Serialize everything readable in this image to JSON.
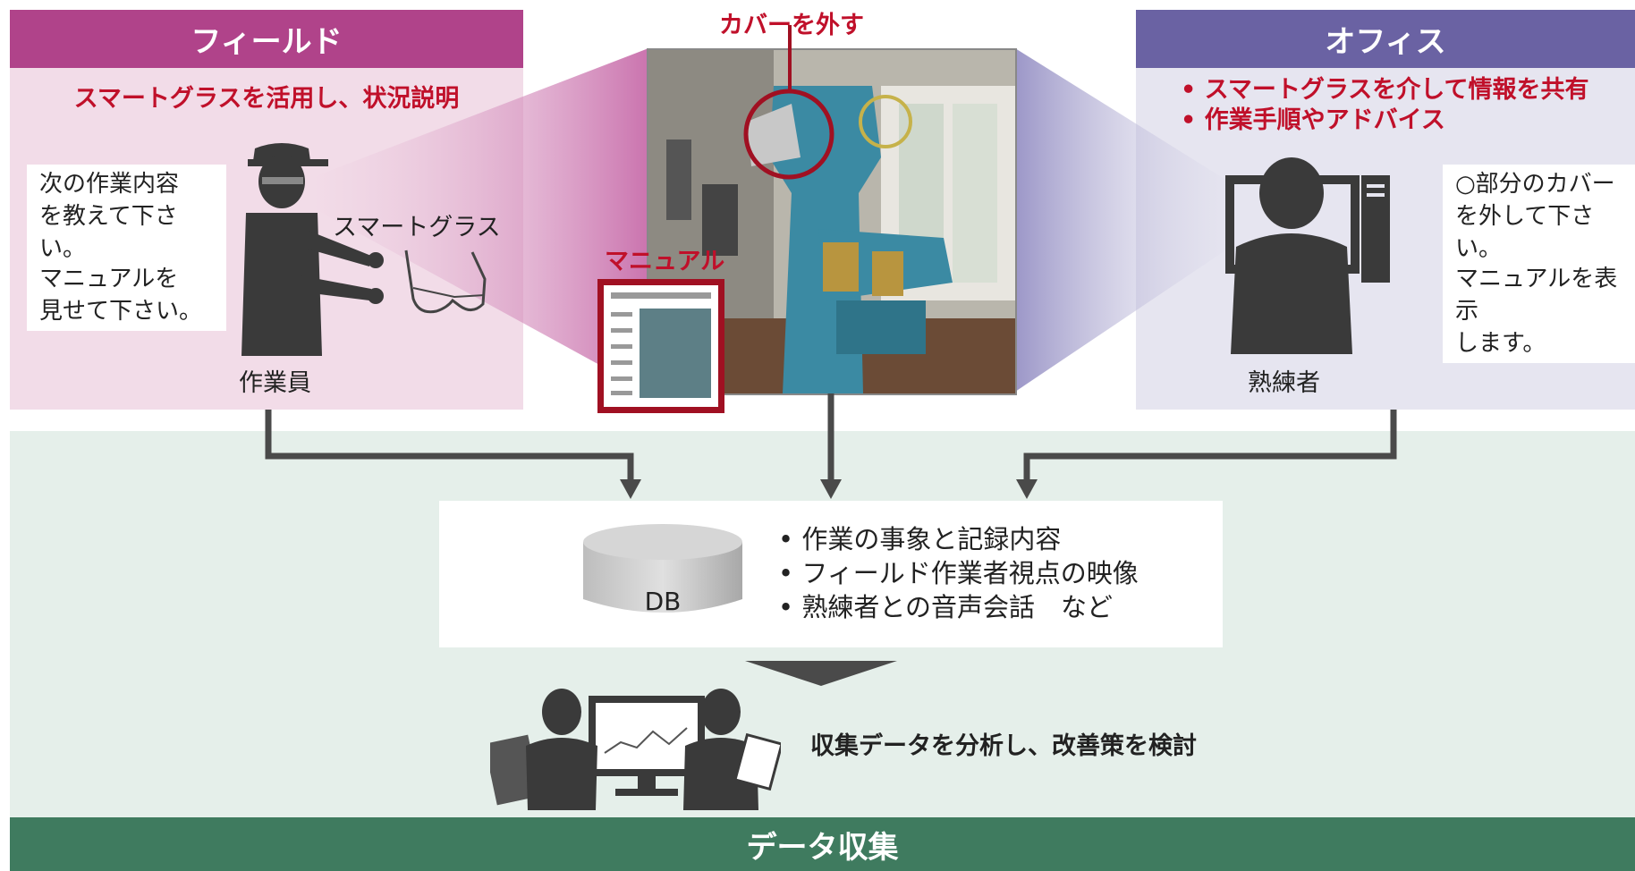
{
  "field": {
    "title": "フィールド",
    "subtitle": "スマートグラスを活用し、状況説明",
    "bubble1": [
      "次の作業内容",
      "を教えて下さい。"
    ],
    "bubble2": [
      "マニュアルを",
      "見せて下さい。"
    ],
    "glasses_label": "スマートグラス",
    "worker_label": "作業員"
  },
  "center": {
    "callout": "カバーを外す",
    "manual_label": "マニュアル"
  },
  "office": {
    "title": "オフィス",
    "bullets": [
      "• スマートグラスを介して情報を共有",
      "• 作業手順やアドバイス"
    ],
    "bubble1": [
      "○部分のカバー",
      "を外して下さい。"
    ],
    "bubble2": [
      "マニュアルを表示",
      "します。"
    ],
    "expert_label": "熟練者"
  },
  "db": {
    "label": "DB",
    "items": [
      "作業の事象と記録内容",
      "フィールド作業者視点の映像",
      "熟練者との音声会話　など"
    ]
  },
  "analysis": {
    "text": "収集データを分析し、改善策を検討"
  },
  "footer": {
    "title": "データ収集"
  },
  "colors": {
    "field": "#b0438a",
    "office": "#6a62a3",
    "data": "#3f7b5f",
    "accent_red": "#c0102a"
  }
}
